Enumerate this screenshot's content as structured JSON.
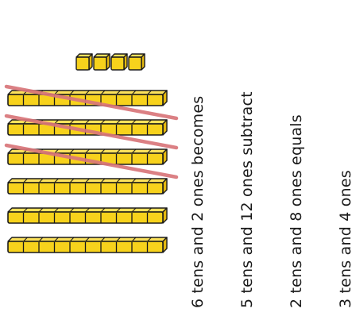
{
  "colors": {
    "block_fill": "#F7D21C",
    "block_top": "#FCE25C",
    "block_edge": "#1b1b1b",
    "cross_out": "#D9767A",
    "text": "#1a1a1a"
  },
  "blocks": {
    "tens_rods": 6,
    "ones_cubes": 4,
    "crossed_tens": 3
  },
  "statements": [
    "6 tens and 2 ones becomes",
    "5 tens and 12 ones subtract",
    "2 tens and 8 ones equals",
    "3 tens and 4 ones"
  ]
}
